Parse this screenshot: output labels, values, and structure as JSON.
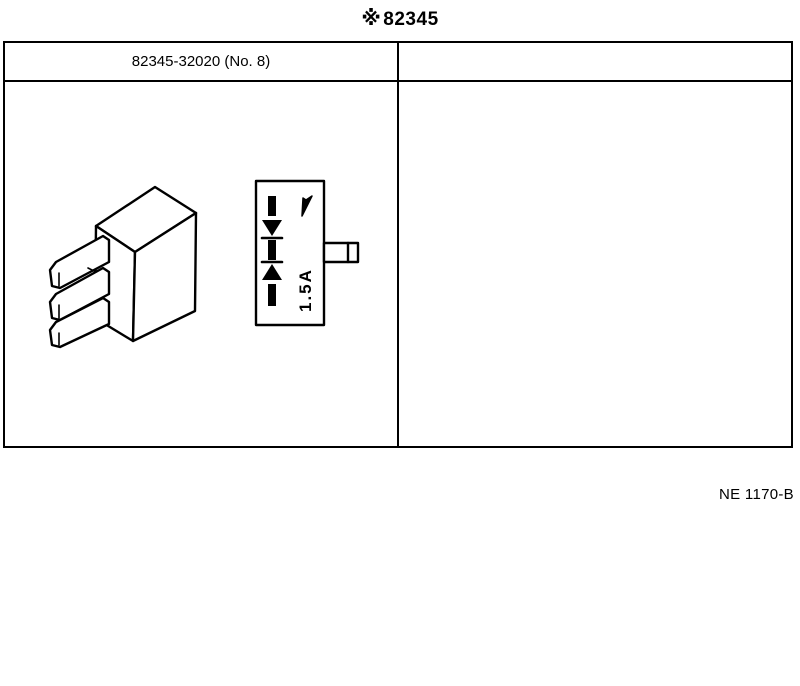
{
  "page": {
    "title_mark": "※",
    "title": "82345",
    "footer_code": "NE 1170-B"
  },
  "table": {
    "columns": [
      {
        "header": "82345-32020 (No. 8)"
      },
      {
        "header": ""
      }
    ],
    "cells": [
      {
        "part_number": "82345-32020",
        "index": "No. 8",
        "drawing": "relay-with-three-terminals",
        "label_box": {
          "rating": "1.5A",
          "symbols": [
            "diode-down",
            "diode-up",
            "arrow"
          ]
        }
      },
      {}
    ]
  }
}
